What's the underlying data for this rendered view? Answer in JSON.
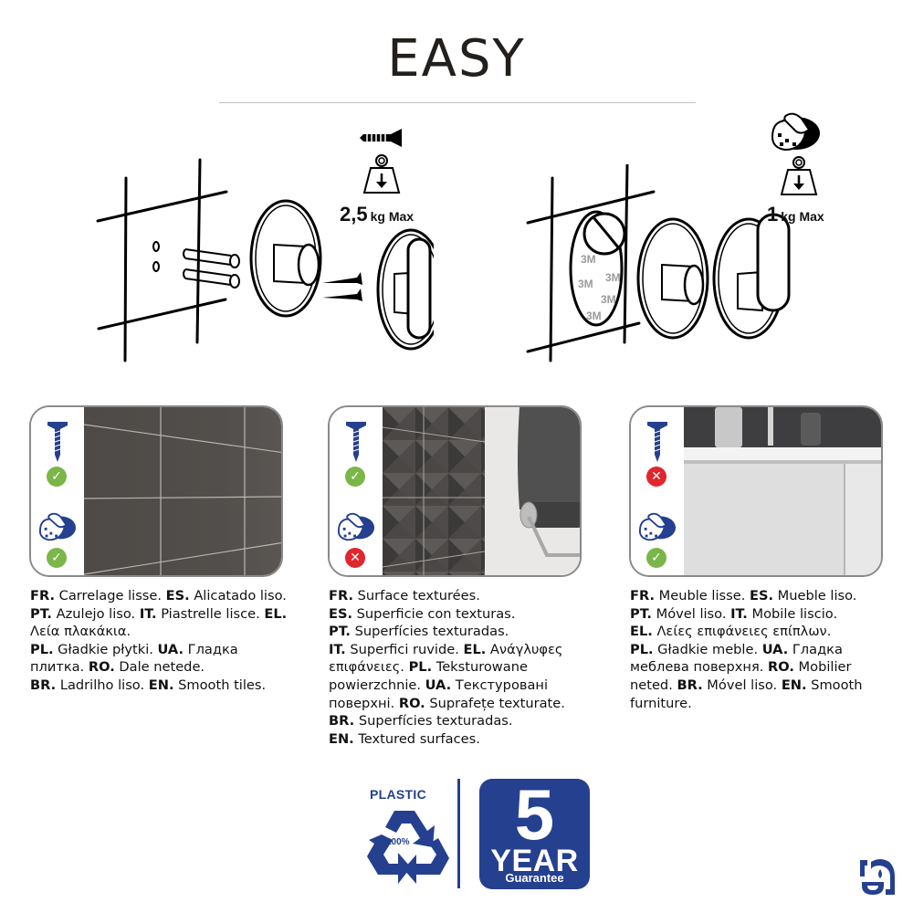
{
  "header": {
    "title": "EASY"
  },
  "installation": {
    "screw_method": {
      "icon": "screw-icon",
      "weight_icon": "weight-icon",
      "max_load_value": "2,5",
      "max_load_unit": "kg Max"
    },
    "adhesive_method": {
      "icon": "adhesive-pad-icon",
      "weight_icon": "weight-icon",
      "max_load_value": "1",
      "max_load_unit": "kg Max",
      "pad_brand": "3M"
    }
  },
  "colors": {
    "brand_blue": "#25408f",
    "ok_green": "#7ab648",
    "no_red": "#e0262e",
    "panel_border": "#8a8a8a"
  },
  "surfaces": [
    {
      "name": "smooth-tiles",
      "screw_status": "ok",
      "adhesive_status": "ok",
      "description": [
        {
          "code": "FR.",
          "text": " Carrelage lisse. "
        },
        {
          "code": "ES.",
          "text": " Alicatado liso. "
        },
        {
          "code": "PT.",
          "text": " Azulejo liso. "
        },
        {
          "code": "IT.",
          "text": " Piastrelle lisce. "
        },
        {
          "code": "EL.",
          "text": " Λεία πλακάκια. "
        },
        {
          "code": "PL.",
          "text": " Gładkie płytki. "
        },
        {
          "code": "UA.",
          "text": " Гладка плитка. "
        },
        {
          "code": "RO.",
          "text": " Dale netede. "
        },
        {
          "code": "BR.",
          "text": " Ladrilho liso. "
        },
        {
          "code": "EN.",
          "text": " Smooth tiles."
        }
      ]
    },
    {
      "name": "textured-surfaces",
      "screw_status": "ok",
      "adhesive_status": "no",
      "description": [
        {
          "code": "FR.",
          "text": " Surface texturées. "
        },
        {
          "code": "ES.",
          "text": " Superficie con texturas. "
        },
        {
          "code": "PT.",
          "text": " Superfícies texturadas. "
        },
        {
          "code": "IT.",
          "text": " Superfici ruvide. "
        },
        {
          "code": "EL.",
          "text": " Ανάγλυφες επιφάνειες. "
        },
        {
          "code": "PL.",
          "text": " Teksturowane powierzchnie. "
        },
        {
          "code": "UA.",
          "text": " Текстуровані поверхні. "
        },
        {
          "code": "RO.",
          "text": " Suprafețe texturate. "
        },
        {
          "code": "BR.",
          "text": " Superfícies texturadas. "
        },
        {
          "code": "EN.",
          "text": " Textured surfaces."
        }
      ]
    },
    {
      "name": "smooth-furniture",
      "screw_status": "no",
      "adhesive_status": "ok",
      "description": [
        {
          "code": "FR.",
          "text": " Meuble lisse. "
        },
        {
          "code": "ES.",
          "text": " Mueble liso. "
        },
        {
          "code": "PT.",
          "text": " Móvel liso. "
        },
        {
          "code": "IT.",
          "text": " Mobile liscio. "
        },
        {
          "code": "EL.",
          "text": " Λείες επιφάνειες επίπλων. "
        },
        {
          "code": "PL.",
          "text": " Gładkie meble. "
        },
        {
          "code": "UA.",
          "text": " Гладка меблева поверхня. "
        },
        {
          "code": "RO.",
          "text": " Mobilier neted. "
        },
        {
          "code": "BR.",
          "text": " Móvel liso. "
        },
        {
          "code": "EN.",
          "text": " Smooth furniture."
        }
      ]
    }
  ],
  "status_glyphs": {
    "ok": "✓",
    "no": "✕"
  },
  "footer": {
    "recycle": {
      "label": "PLASTIC",
      "percent": "100%",
      "icon": "recycle-icon"
    },
    "guarantee": {
      "number": "5",
      "unit": "YEAR",
      "label": "Guarantee"
    },
    "brand_logo": "brand-logo-icon"
  }
}
